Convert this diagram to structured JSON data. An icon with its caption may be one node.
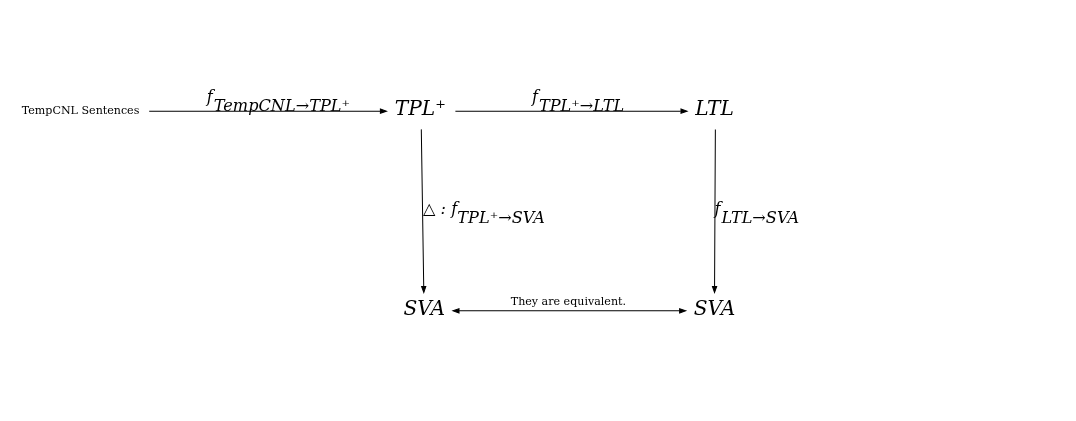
{
  "diagram": {
    "nodes": [
      {
        "text": [
          "TempCNL Sentences"
        ]
      },
      {
        "text": [
          "TPL⁺"
        ]
      },
      {
        "text": [
          "LTL"
        ]
      },
      {
        "text": [
          "SVA"
        ]
      },
      {
        "text": [
          "SVA"
        ]
      }
    ],
    "edges": [
      {
        "from": 0,
        "to": 1,
        "arrow": "to",
        "label": "f$_{TempCNL→TPL⁺}$"
      },
      {
        "from": 1,
        "to": 2,
        "arrow": "to",
        "label": "f$_{TPL⁺→LTL}$"
      },
      {
        "from": 1,
        "to": 3,
        "arrow": "to",
        "label": "△ : f$_{TPL⁺→SVA}$"
      },
      {
        "from": 2,
        "to": 4,
        "arrow": "to",
        "label": "f$_{LTL→SVA}$"
      },
      {
        "from": 3,
        "to": 4,
        "arrow": "both",
        "label": "They are equivalent."
      }
    ]
  }
}
